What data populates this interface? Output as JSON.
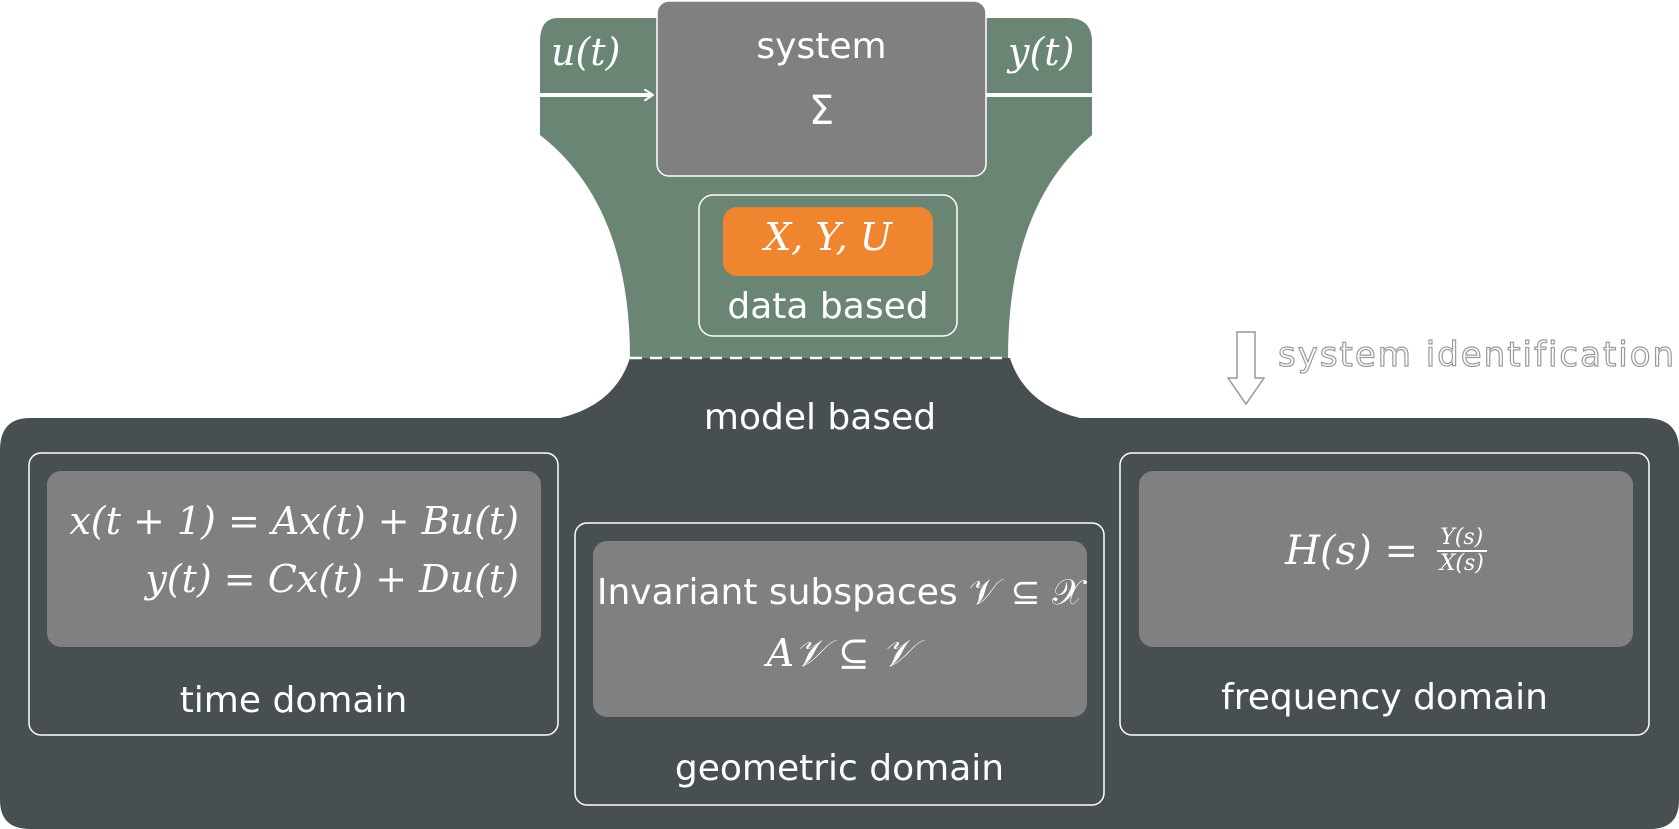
{
  "system": {
    "title": "system",
    "symbol": "Σ",
    "input_signal": "u(t)",
    "output_signal": "y(t)"
  },
  "data_block": {
    "matrices": "X, Y, U",
    "label": "data based"
  },
  "divider": {
    "label": "system identification"
  },
  "model": {
    "label": "model based",
    "time_domain": {
      "equation_1": "x(t + 1) = Ax(t) + Bu(t)",
      "equation_2": "y(t) = Cx(t) + Du(t)",
      "label": "time domain"
    },
    "geometric_domain": {
      "line_1": "Invariant subspaces 𝒱 ⊆ 𝒳",
      "line_2": "A𝒱 ⊆ 𝒱",
      "label": "geometric domain"
    },
    "frequency_domain": {
      "lhs": "H(s) = ",
      "numerator": "Y(s)",
      "denominator": "X(s)",
      "label": "frequency domain"
    }
  },
  "colors": {
    "green": "#6b8574",
    "dark": "#474f52",
    "gray": "#808080",
    "orange": "#f08530",
    "white": "#ffffff"
  }
}
